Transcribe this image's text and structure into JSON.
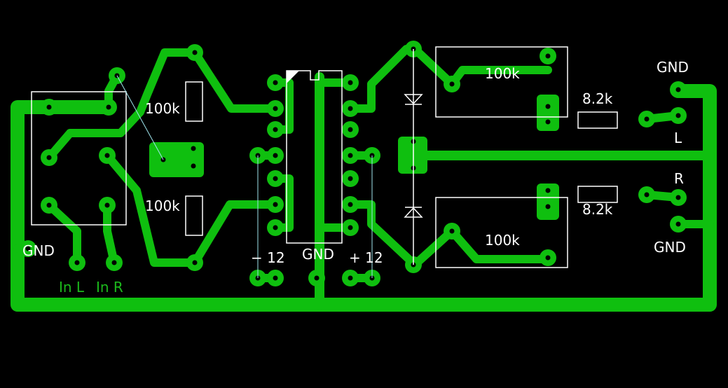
{
  "board": {
    "background_color": "#000000",
    "copper_color": "#0fbf0f",
    "silkscreen_color": "#ffffff"
  },
  "labels": {
    "pot_left_top": "100k",
    "pot_left_bottom": "100k",
    "pot_right_top": "100k",
    "pot_right_bottom": "100k",
    "res_top": "8.2k",
    "res_bottom": "8.2k",
    "gnd_left": "GND",
    "in_l": "In L",
    "in_r": "In R",
    "minus12": "− 12",
    "gnd_center": "GND",
    "plus12": "+ 12",
    "gnd_right_top": "GND",
    "out_l": "L",
    "out_r": "R",
    "gnd_right_bottom": "GND"
  }
}
